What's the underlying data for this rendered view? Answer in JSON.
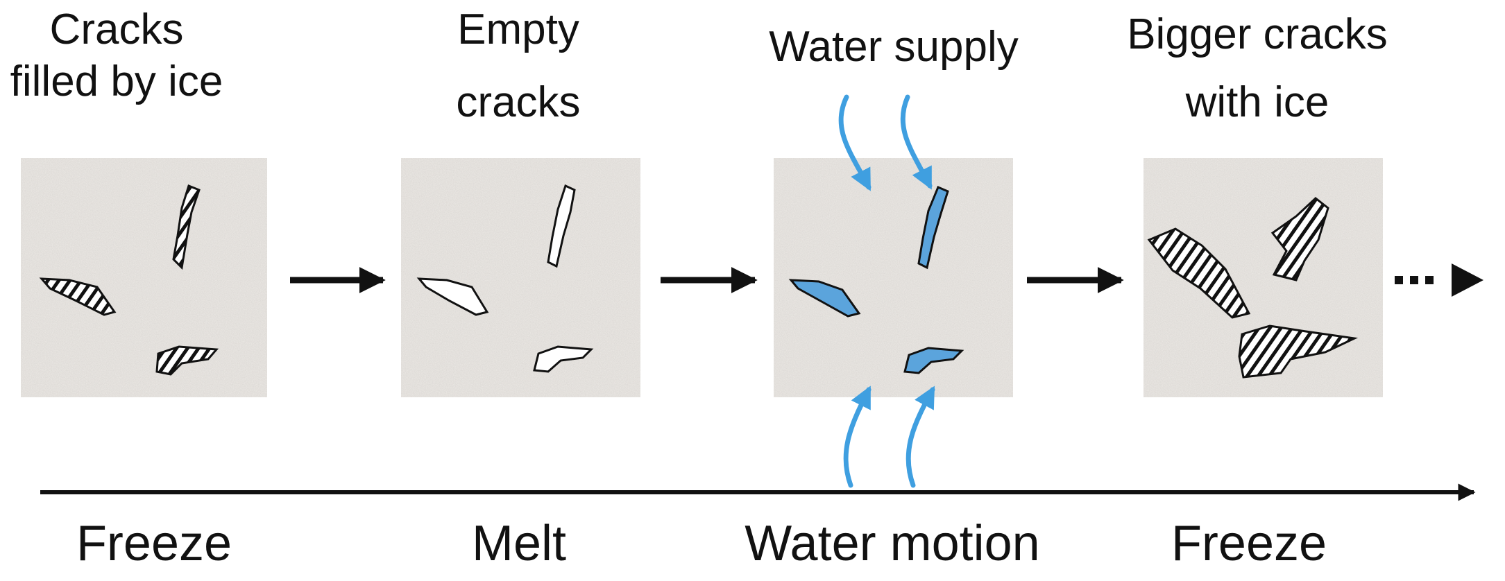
{
  "stages": [
    {
      "label_line1": "Cracks",
      "label_line2": "filled by ice",
      "crack_state": "ice"
    },
    {
      "label_line1": "Empty",
      "label_line2": "cracks",
      "crack_state": "empty"
    },
    {
      "label_line1": "Water supply",
      "label_line2": "",
      "crack_state": "water"
    },
    {
      "label_line1": "Bigger cracks",
      "label_line2": "with ice",
      "crack_state": "bigger-ice"
    }
  ],
  "phases": [
    "Freeze",
    "Melt",
    "Water motion",
    "Freeze"
  ],
  "colors": {
    "rock": "#e9e6e2",
    "water": "#5ba4dc",
    "water_arrow": "#3f9fe0",
    "line": "#111111"
  },
  "icons": {
    "step_arrow": "right-arrow",
    "continuation": "dotted-right-arrow",
    "timeline": "long-right-arrow",
    "water_supply": "curved-blue-arrow"
  }
}
